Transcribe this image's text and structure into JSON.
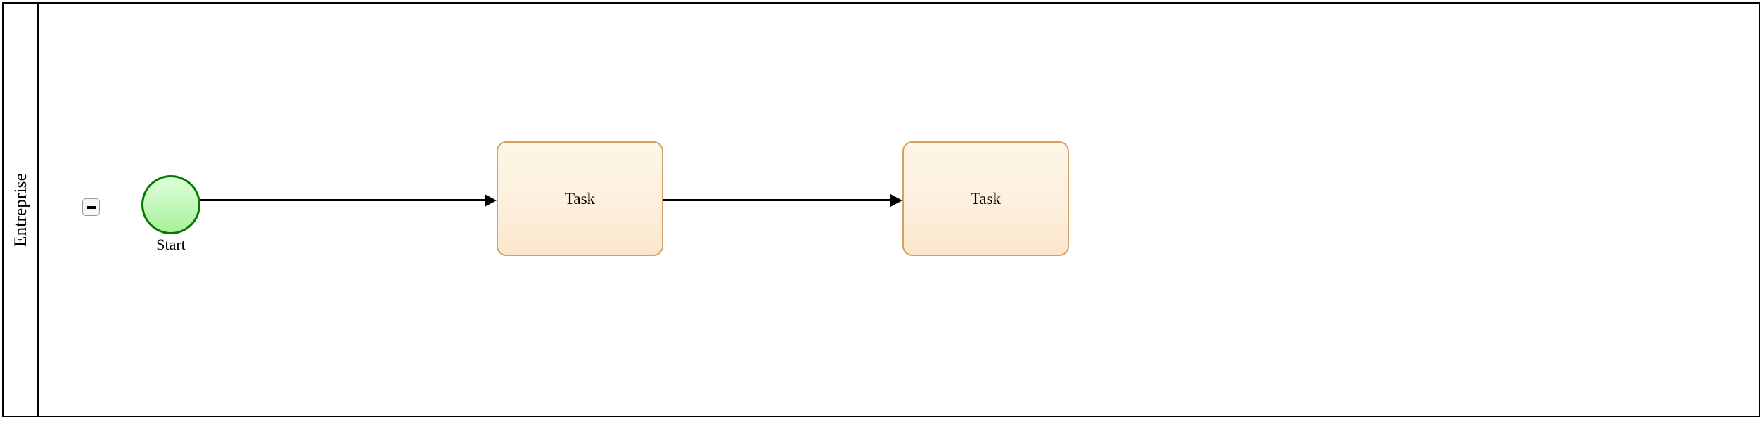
{
  "diagram": {
    "type": "bpmn-process",
    "pool": {
      "name": "Entreprise",
      "collapse_icon": "minus-icon",
      "collapsed": false
    },
    "colors": {
      "pool_border": "#000000",
      "canvas_background": "#ffffff",
      "start_event_fill_top": "#dcffd6",
      "start_event_fill_bottom": "#a9f09b",
      "start_event_stroke": "#007a00",
      "task_fill_top": "#fdf5e6",
      "task_fill_bottom": "#fbe6cc",
      "task_stroke": "#d2a063",
      "flow_stroke": "#000000",
      "collapse_button_border": "#9a9a9a",
      "collapse_button_fill": "#f7f7f7"
    },
    "nodes": [
      {
        "id": "start-event",
        "type": "start-event",
        "label": "Start",
        "shape": "circle"
      },
      {
        "id": "task-1",
        "type": "task",
        "label": "Task",
        "shape": "rounded-rectangle"
      },
      {
        "id": "task-2",
        "type": "task",
        "label": "Task",
        "shape": "rounded-rectangle"
      }
    ],
    "flows": [
      {
        "id": "flow-1",
        "type": "sequence-flow",
        "from": "start-event",
        "to": "task-1",
        "label": ""
      },
      {
        "id": "flow-2",
        "type": "sequence-flow",
        "from": "task-1",
        "to": "task-2",
        "label": ""
      }
    ]
  }
}
